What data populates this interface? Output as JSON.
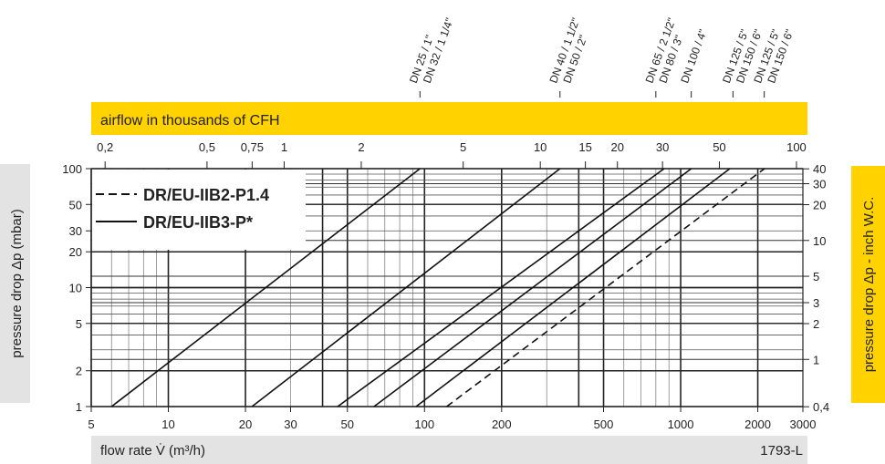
{
  "chart_data": {
    "type": "line",
    "title": "",
    "top_bar_label": "airflow in thousands of CFH",
    "xlabel": "flow rate V̇ (m³/h)",
    "ylabel": "pressure drop Δp (mbar)",
    "ylabel_right": "pressure drop Δp - inch W.C.",
    "figure_id": "1793-L",
    "xscale": "log",
    "yscale": "log",
    "xlim": [
      5,
      3000
    ],
    "ylim": [
      1,
      100
    ],
    "x_ticks": [
      {
        "v": 5,
        "t": "5"
      },
      {
        "v": 10,
        "t": "10"
      },
      {
        "v": 20,
        "t": "20"
      },
      {
        "v": 30,
        "t": "30"
      },
      {
        "v": 50,
        "t": "50"
      },
      {
        "v": 100,
        "t": "100"
      },
      {
        "v": 200,
        "t": "200"
      },
      {
        "v": 500,
        "t": "500"
      },
      {
        "v": 1000,
        "t": "1000"
      },
      {
        "v": 2000,
        "t": "2000"
      },
      {
        "v": 3000,
        "t": "3000"
      }
    ],
    "y_ticks": [
      {
        "v": 100,
        "t": "100"
      },
      {
        "v": 50,
        "t": "50"
      },
      {
        "v": 30,
        "t": "30"
      },
      {
        "v": 20,
        "t": "20"
      },
      {
        "v": 10,
        "t": "10"
      },
      {
        "v": 5,
        "t": "5"
      },
      {
        "v": 2,
        "t": "2"
      },
      {
        "v": 1,
        "t": "1"
      }
    ],
    "top_ticks": [
      {
        "v": 0.2,
        "t": "0,2"
      },
      {
        "v": 0.5,
        "t": "0,5"
      },
      {
        "v": 0.75,
        "t": "0,75"
      },
      {
        "v": 1,
        "t": "1"
      },
      {
        "v": 2,
        "t": "2"
      },
      {
        "v": 5,
        "t": "5"
      },
      {
        "v": 10,
        "t": "10"
      },
      {
        "v": 15,
        "t": "15"
      },
      {
        "v": 20,
        "t": "20"
      },
      {
        "v": 30,
        "t": "30"
      },
      {
        "v": 50,
        "t": "50"
      },
      {
        "v": 100,
        "t": "100"
      }
    ],
    "right_ticks": [
      {
        "v": 40,
        "t": "40"
      },
      {
        "v": 30,
        "t": "30"
      },
      {
        "v": 20,
        "t": "20"
      },
      {
        "v": 10,
        "t": "10"
      },
      {
        "v": 5,
        "t": "5"
      },
      {
        "v": 3,
        "t": "3"
      },
      {
        "v": 2,
        "t": "2"
      },
      {
        "v": 1,
        "t": "1"
      },
      {
        "v": 0.4,
        "t": "0,4"
      }
    ],
    "dn_labels": [
      {
        "flow": 96,
        "lines": [
          "DN 25 / 1\"",
          "DN 32 / 1 1/4\""
        ]
      },
      {
        "flow": 338,
        "lines": [
          "DN 40 / 1 1/2\"",
          "DN 50 / 2\""
        ]
      },
      {
        "flow": 800,
        "lines": [
          "DN 65 / 2 1/2\"",
          "DN 80 / 3\""
        ]
      },
      {
        "flow": 1100,
        "lines": [
          "DN 100 / 4\""
        ]
      },
      {
        "flow": 1600,
        "lines": [
          "DN 125 / 5\"",
          "DN 150 / 6\""
        ]
      },
      {
        "flow": 2120,
        "lines": [
          "DN 125 / 5\"",
          "DN 150 / 6\""
        ]
      }
    ],
    "legend": [
      {
        "name": "DR/EU-IIB2-P1.4",
        "style": "dashed"
      },
      {
        "name": "DR/EU-IIB3-P*",
        "style": "solid"
      }
    ],
    "legend_position": "top-left",
    "series": [
      {
        "name": "DR/EU-IIB3-P* DN25/32",
        "style": "solid",
        "x": [
          6.0,
          96
        ],
        "y": [
          1,
          100
        ]
      },
      {
        "name": "DR/EU-IIB3-P* DN40/50",
        "style": "solid",
        "x": [
          21.2,
          338
        ],
        "y": [
          1,
          100
        ]
      },
      {
        "name": "DR/EU-IIB3-P* DN65/80",
        "style": "solid",
        "x": [
          45.8,
          862
        ],
        "y": [
          1,
          100
        ]
      },
      {
        "name": "DR/EU-IIB3-P* DN100",
        "style": "solid",
        "x": [
          63.5,
          1100
        ],
        "y": [
          1,
          100
        ]
      },
      {
        "name": "DR/EU-IIB3-P* DN125/150",
        "style": "solid",
        "x": [
          92.7,
          1556
        ],
        "y": [
          1,
          100
        ]
      },
      {
        "name": "DR/EU-IIB2-P1.4 DN125/150",
        "style": "dashed",
        "x": [
          122,
          2124
        ],
        "y": [
          1,
          100
        ]
      }
    ],
    "grid": true
  },
  "colors": {
    "yellow": "#ffd200",
    "gray": "#e3e3e3"
  }
}
